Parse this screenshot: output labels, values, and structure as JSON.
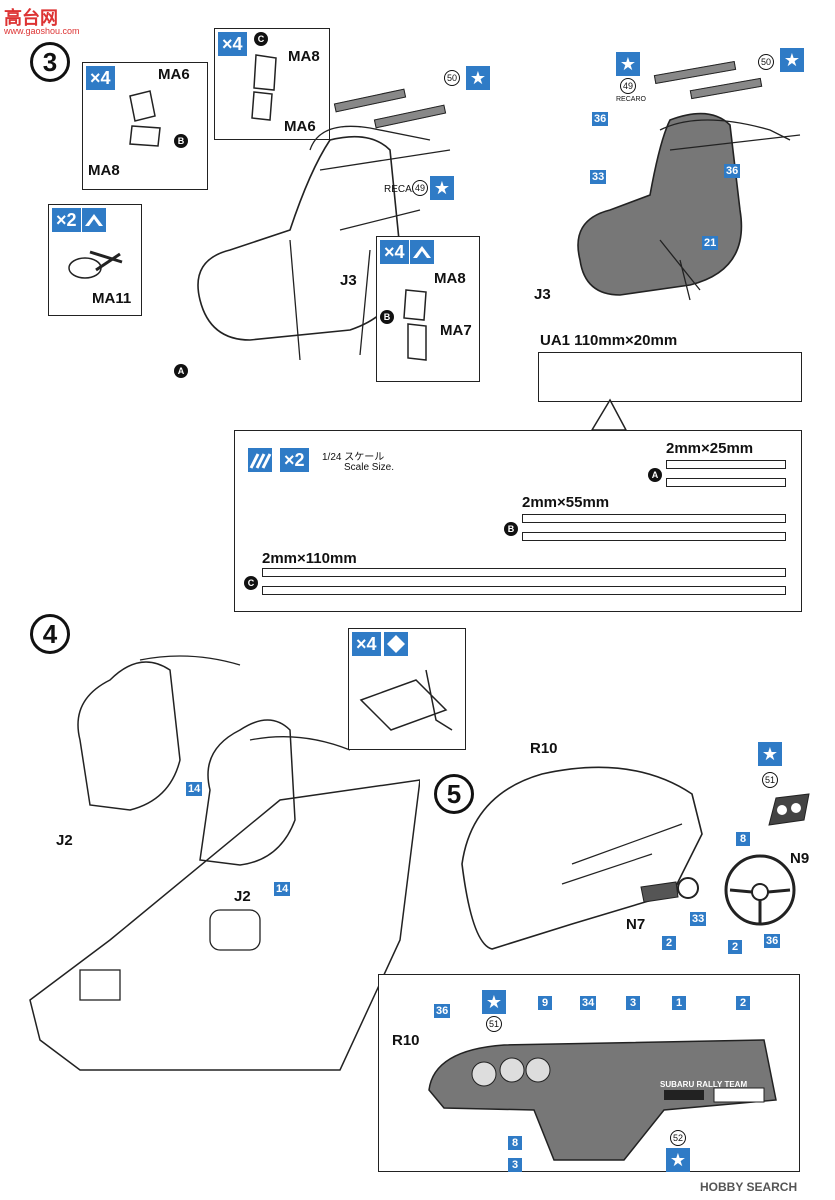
{
  "watermark": {
    "top": "高台网",
    "url": "www.gaoshou.com",
    "bottom": "HOBBY SEARCH"
  },
  "step3": {
    "number": "3",
    "box_ma6": {
      "mult": "×4",
      "label_top": "MA6",
      "label_bot": "MA8",
      "circle": "B"
    },
    "box_ma8": {
      "mult": "×4",
      "label_top": "MA8",
      "label_bot": "MA6",
      "circle": "C"
    },
    "box_ma11": {
      "mult": "×2",
      "label": "MA11"
    },
    "box_ma7": {
      "mult": "×4",
      "label_top": "MA8",
      "label_bot": "MA7",
      "circle": "B"
    },
    "part_j3": "J3",
    "circle_a": "A",
    "decal_50": "50",
    "decal_49": "49",
    "recaro": "RECARO",
    "right": {
      "decal_50": "50",
      "decal_49": "49",
      "recaro": "RECARO",
      "c36a": "36",
      "c33": "33",
      "c36b": "36",
      "c21": "21",
      "part": "J3"
    }
  },
  "ua1": "UA1  110mm×20mm",
  "tape": {
    "mult": "×2",
    "scale_jp": "1/24 スケール",
    "scale_en": "Scale Size.",
    "a_label": "2mm×25mm",
    "a": "A",
    "b_label": "2mm×55mm",
    "b": "B",
    "c_label": "2mm×110mm",
    "c": "C"
  },
  "step4": {
    "number": "4",
    "mult": "×4",
    "j2a": "J2",
    "j2b": "J2",
    "c14a": "14",
    "c14b": "14"
  },
  "step5": {
    "number": "5",
    "r10": "R10",
    "decal_51": "51",
    "c8": "8",
    "n9": "N9",
    "n7": "N7",
    "c33": "33",
    "c2a": "2",
    "c2b": "2",
    "c36": "36"
  },
  "dash": {
    "r10": "R10",
    "c36": "36",
    "c51": "51",
    "c9": "9",
    "c34": "34",
    "c3a": "3",
    "c1": "1",
    "c2": "2",
    "c8": "8",
    "c3b": "3",
    "c52": "52",
    "team": "SUBARU RALLY TEAM"
  }
}
